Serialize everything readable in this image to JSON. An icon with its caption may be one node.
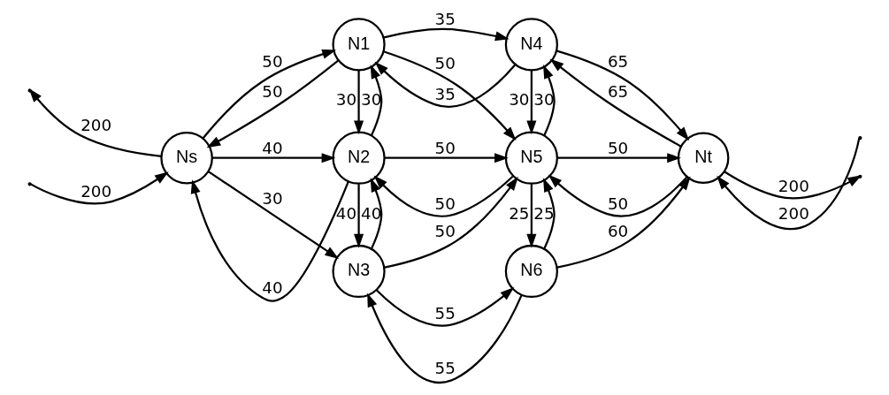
{
  "diagram": {
    "nodes": [
      {
        "text": [
          "N1"
        ]
      },
      {
        "text": [
          "N4"
        ]
      },
      {
        "text": [
          "Ns"
        ]
      },
      {
        "text": [
          "N2"
        ]
      },
      {
        "text": [
          "N5"
        ]
      },
      {
        "text": [
          "Nt"
        ]
      },
      {
        "text": [
          "N3"
        ]
      },
      {
        "text": [
          "N6"
        ]
      }
    ],
    "edges": [
      {
        "from": 1,
        "to": 0,
        "arrow": "to",
        "label": "35"
      },
      {
        "from": 0,
        "to": 1,
        "arrow": "to",
        "label": "35"
      },
      {
        "from": 0,
        "to": 2,
        "arrow": "to",
        "label": "50"
      },
      {
        "from": 2,
        "to": 0,
        "arrow": "to",
        "label": "50"
      },
      {
        "from": 0,
        "to": 3,
        "arrow": "to",
        "label": "30"
      },
      {
        "from": 3,
        "to": 0,
        "arrow": "to",
        "label": "30"
      },
      {
        "from": 0,
        "to": 4,
        "arrow": "to",
        "label": "50"
      },
      {
        "from": 1,
        "to": 4,
        "arrow": "to",
        "label": "30"
      },
      {
        "from": 4,
        "to": 1,
        "arrow": "to",
        "label": "30"
      },
      {
        "from": 5,
        "to": 1,
        "arrow": "to",
        "label": "65"
      },
      {
        "from": 1,
        "to": 5,
        "arrow": "to",
        "label": "65"
      },
      {
        "from": 2,
        "to": null,
        "arrow": "to",
        "label": "200"
      },
      {
        "from": null,
        "to": 2,
        "arrow": "to",
        "label": "200"
      },
      {
        "from": 3,
        "to": 2,
        "arrow": "to",
        "label": "40"
      },
      {
        "from": 2,
        "to": 3,
        "arrow": "to",
        "label": "40"
      },
      {
        "from": 4,
        "to": 3,
        "arrow": "to",
        "label": "50"
      },
      {
        "from": 3,
        "to": 4,
        "arrow": "to",
        "label": "50"
      },
      {
        "from": 5,
        "to": 4,
        "arrow": "to",
        "label": "50"
      },
      {
        "from": 4,
        "to": 5,
        "arrow": "to",
        "label": "50"
      },
      {
        "from": null,
        "to": 5,
        "arrow": "to",
        "label": "200"
      },
      {
        "from": 5,
        "to": null,
        "arrow": "to",
        "label": "200"
      },
      {
        "from": 2,
        "to": 6,
        "arrow": "to",
        "label": "30"
      },
      {
        "from": 3,
        "to": 6,
        "arrow": "to",
        "label": "40"
      },
      {
        "from": 6,
        "to": 3,
        "arrow": "to",
        "label": "40"
      },
      {
        "from": 6,
        "to": 4,
        "arrow": "to",
        "label": "50"
      },
      {
        "from": 4,
        "to": 7,
        "arrow": "to",
        "label": "25"
      },
      {
        "from": 7,
        "to": 4,
        "arrow": "to",
        "label": "25"
      },
      {
        "from": 7,
        "to": 6,
        "arrow": "to",
        "label": "55"
      },
      {
        "from": 6,
        "to": 7,
        "arrow": "to",
        "label": "55"
      },
      {
        "from": 7,
        "to": 5,
        "arrow": "to",
        "label": "60"
      }
    ]
  }
}
